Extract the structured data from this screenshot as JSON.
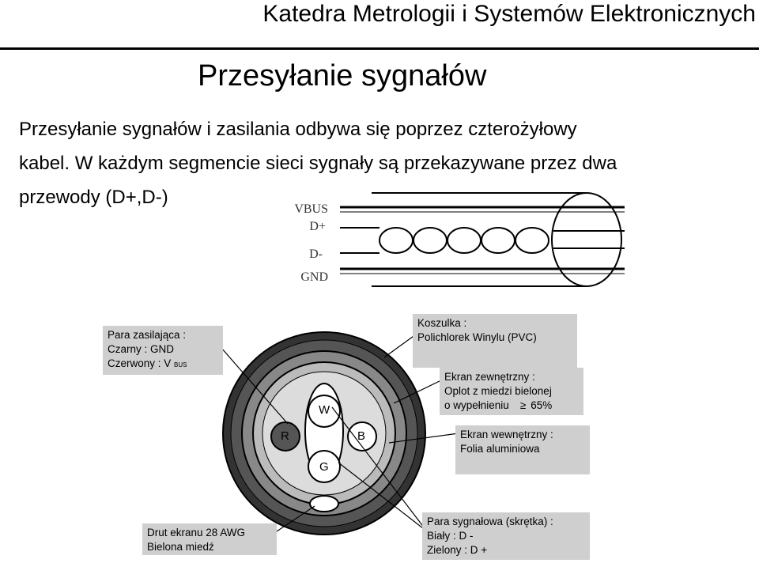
{
  "header": {
    "title": "Katedra Metrologii i Systemów Elektronicznych"
  },
  "slide": {
    "title": "Przesyłanie sygnałów",
    "body_lines": [
      "Przesyłanie sygnałów i zasilania odbywa się poprzez czterożyłowy",
      "kabel. W każdym segmencie sieci sygnały są przekazywane przez dwa",
      "przewody (D+,D-)"
    ]
  },
  "wires": {
    "vbus": "VBUS",
    "dplus": "D+",
    "dminus": "D-",
    "gnd": "GND"
  },
  "cores": {
    "r": "R",
    "w": "W",
    "b": "B",
    "g": "G"
  },
  "labels": {
    "power_pair": {
      "line1": "Para zasilająca :",
      "line2": "Czarny      : GND",
      "line3_main": "Czerwony  : V ",
      "line3_sub": "BUS"
    },
    "jacket": {
      "line1": "Koszulka :",
      "line2": "Polichlorek Winylu (PVC)"
    },
    "outer_shield": {
      "line1": "Ekran zewnętrzny :",
      "line2": "Oplot z miedzi bielonej",
      "line3_main": "o wypełnieniu",
      "line3_symbol": "≥",
      "line3_value": "65%"
    },
    "inner_shield": {
      "line1": "Ekran wewnętrzny :",
      "line2": "Folia aluminiowa"
    },
    "drain_wire": {
      "line1": "Drut ekranu 28 AWG",
      "line2": "Bielona miedź"
    },
    "signal_pair": {
      "line1": "Para sygnałowa (skrętka) :",
      "line2": "Biały         : D -",
      "line3": "Zielony   : D +"
    }
  }
}
